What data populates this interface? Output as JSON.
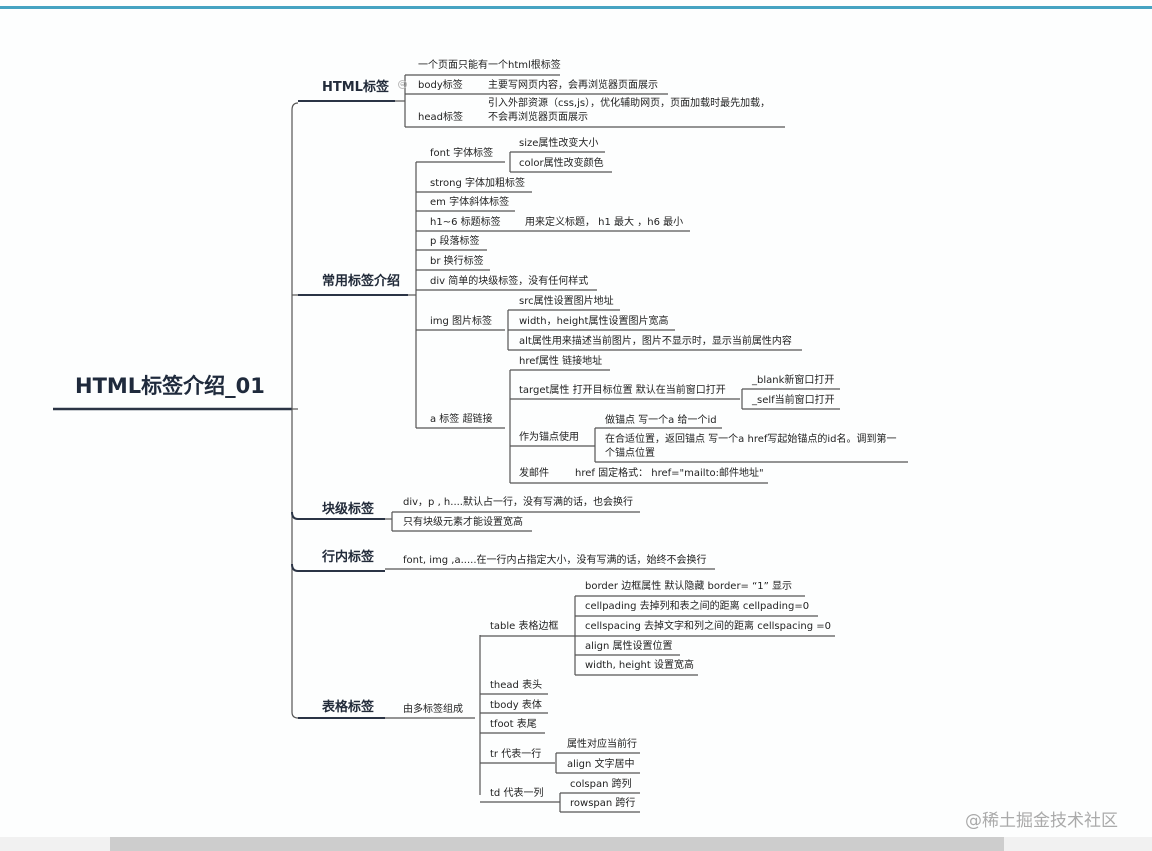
{
  "root": {
    "label": "HTML标签介绍_01"
  },
  "html_tag": {
    "label": "HTML标签",
    "items": [
      "一个页面只能有一个html根标签",
      "body标签",
      "head标签"
    ],
    "body_desc": "主要写网页内容，会再浏览器页面展示",
    "head_desc_1": "引入外部资源（css,js），优化辅助网页，页面加载时最先加载，",
    "head_desc_2": "不会再浏览器页面展示"
  },
  "common": {
    "label": "常用标签介绍",
    "font": {
      "label": "font 字体标签",
      "children": [
        "size属性改变大小",
        "color属性改变颜色"
      ]
    },
    "strong": "strong 字体加粗标签",
    "em": "em 字体斜体标签",
    "h": {
      "label": "h1~6 标题标签",
      "desc": "用来定义标题， h1 最大 ，h6 最小"
    },
    "p": "p 段落标签",
    "br": "br 换行标签",
    "div": "div 简单的块级标签，没有任何样式",
    "img": {
      "label": "img 图片标签",
      "children": [
        "src属性设置图片地址",
        "width，height属性设置图片宽高",
        "alt属性用来描述当前图片，图片不显示时，显示当前属性内容"
      ]
    },
    "a": {
      "label": "a 标签 超链接",
      "href": "href属性 链接地址",
      "target": {
        "label": "target属性 打开目标位置 默认在当前窗口打开",
        "children": [
          "_blank新窗口打开",
          "_self当前窗口打开"
        ]
      },
      "anchor": {
        "label": "作为锚点使用",
        "c1": "做锚点 写一个a 给一个id",
        "c2_1": "在合适位置，返回锚点 写一个a href写起始锚点的id名。调到第一",
        "c2_2": "个锚点位置"
      },
      "mail": {
        "label": "发邮件",
        "desc": "href 固定格式： href=\"mailto:邮件地址\""
      }
    }
  },
  "block": {
    "label": "块级标签",
    "items": [
      "div，p , h....默认占一行，没有写满的话，也会换行",
      "只有块级元素才能设置宽高"
    ]
  },
  "inline": {
    "label": "行内标签",
    "desc": "font, img ,a.....在一行内占指定大小，没有写满的话，始终不会换行"
  },
  "table": {
    "label": "表格标签",
    "sub": "由多标签组成",
    "table": {
      "label": "table 表格边框",
      "children": [
        "border 边框属性 默认隐藏 border= “1” 显示",
        "cellpading 去掉列和表之间的距离 cellpading=0",
        "cellspacing  去掉文字和列之间的距离 cellspacing =0",
        "align 属性设置位置",
        "width, height 设置宽高"
      ]
    },
    "thead": "thead 表头",
    "tbody": "tbody 表体",
    "tfoot": "tfoot 表尾",
    "tr": {
      "label": "tr 代表一行",
      "children": [
        "属性对应当前行",
        "align 文字居中"
      ]
    },
    "td": {
      "label": "td 代表一列",
      "children": [
        "colspan 跨列",
        "rowspan 跨行"
      ]
    }
  },
  "watermark": "@稀土掘金技术社区",
  "colors": {
    "accent": "#46a3c2",
    "branch": "#333333",
    "root_text": "#1f2a3c"
  }
}
